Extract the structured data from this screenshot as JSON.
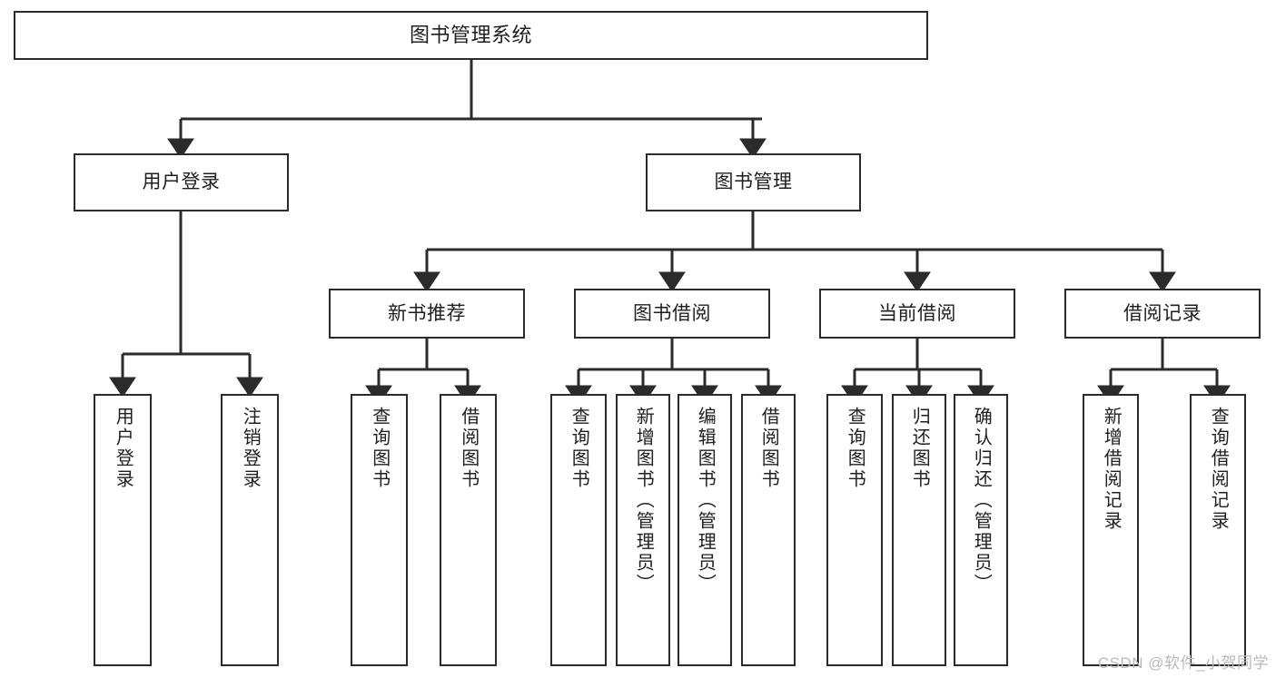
{
  "diagram": {
    "title": "图书管理系统",
    "type": "hierarchy-tree",
    "watermark": "CSDN @软件_小贺同学",
    "colors": {
      "stroke": "#2b2b2b",
      "fill": "#ffffff",
      "text": "#1f1f1f",
      "watermark": "#b9b9b9"
    },
    "root": {
      "label": "图书管理系统"
    },
    "level2": [
      {
        "label": "用户登录"
      },
      {
        "label": "图书管理"
      }
    ],
    "level3": [
      {
        "label": "新书推荐"
      },
      {
        "label": "图书借阅"
      },
      {
        "label": "当前借阅"
      },
      {
        "label": "借阅记录"
      }
    ],
    "leaves": {
      "user_login": [
        {
          "label": "用户登录"
        },
        {
          "label": "注销登录"
        }
      ],
      "new_book_recommend": [
        {
          "label": "查询图书"
        },
        {
          "label": "借阅图书"
        }
      ],
      "book_borrow": [
        {
          "label": "查询图书"
        },
        {
          "label": "新增图书（管理员）"
        },
        {
          "label": "编辑图书（管理员）"
        },
        {
          "label": "借阅图书"
        }
      ],
      "current_borrow": [
        {
          "label": "查询图书"
        },
        {
          "label": "归还图书"
        },
        {
          "label": "确认归还（管理员）"
        }
      ],
      "borrow_record": [
        {
          "label": "新增借阅记录"
        },
        {
          "label": "查询借阅记录"
        }
      ]
    }
  }
}
